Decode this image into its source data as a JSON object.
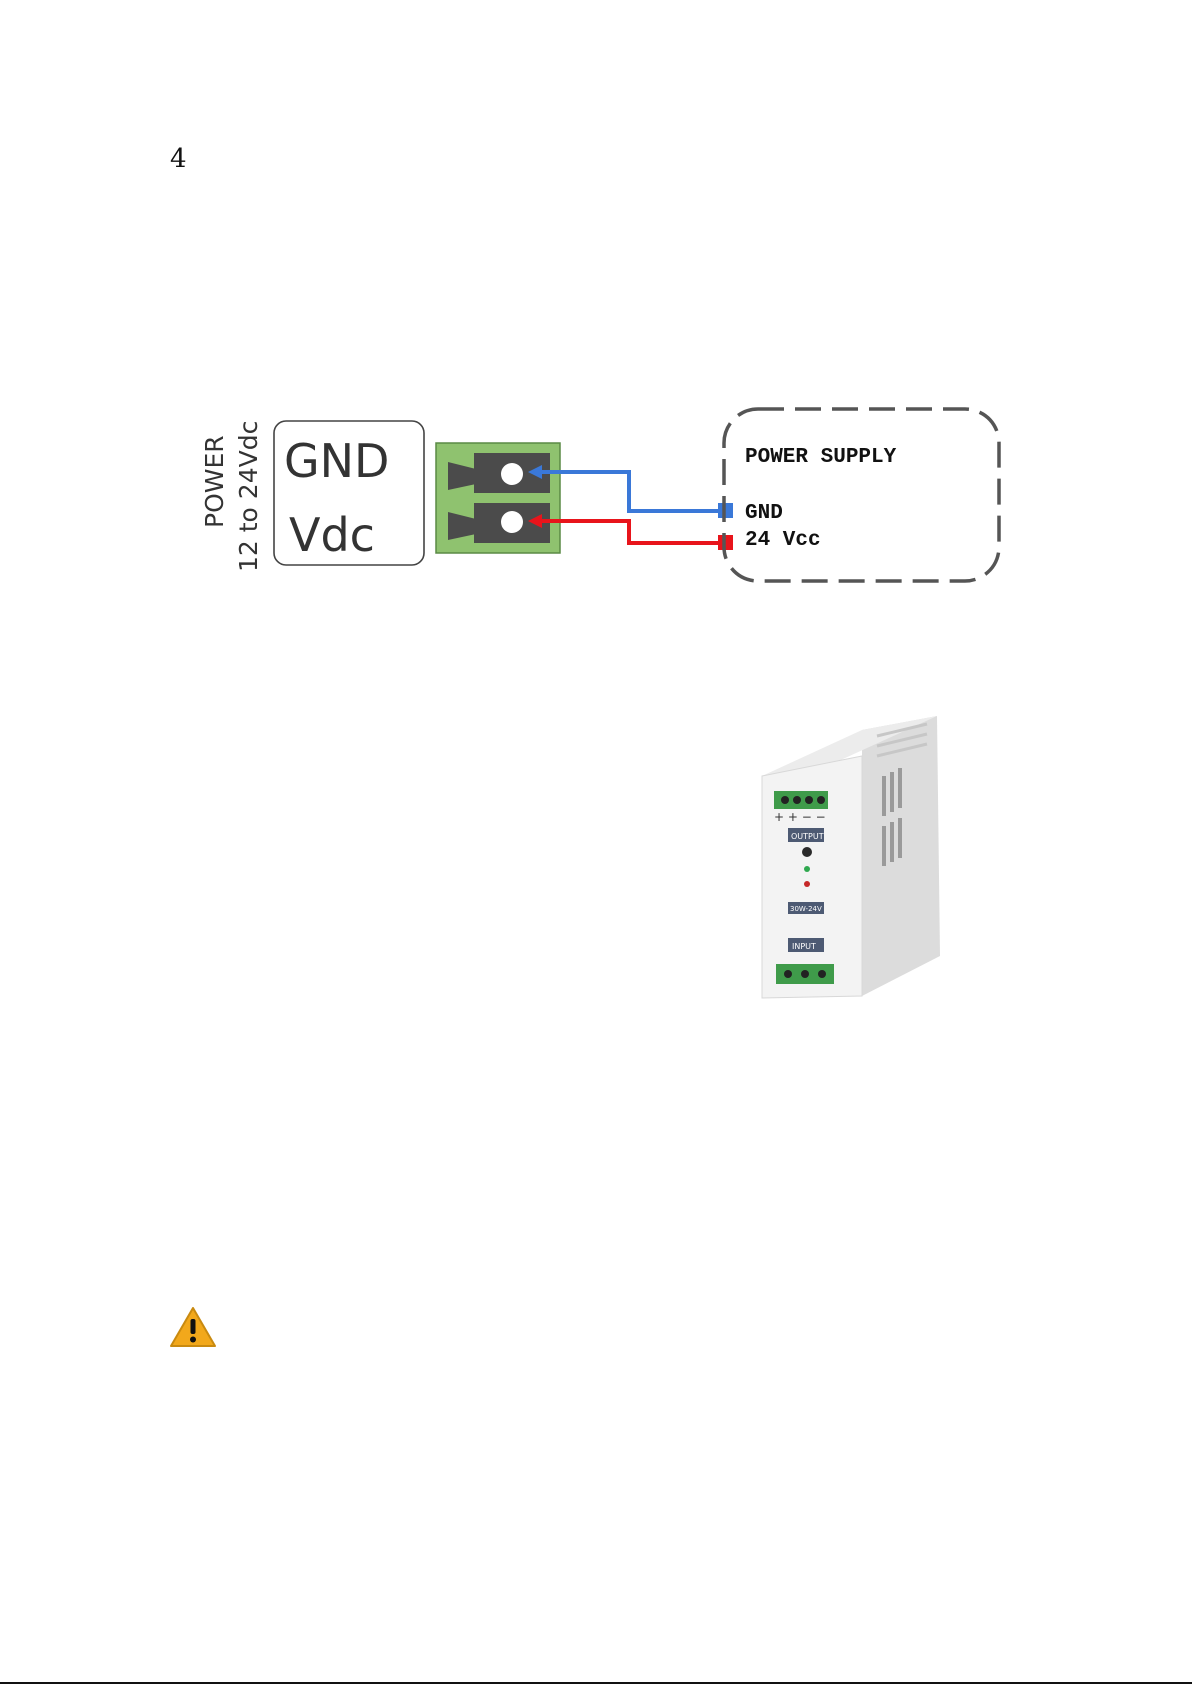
{
  "page": {
    "number": "4"
  },
  "diagram": {
    "power_label": {
      "line1": "POWER",
      "line2": "12 to 24Vdc"
    },
    "terminal_block": {
      "top_label": "GND",
      "bottom_label": "Vdc"
    },
    "power_supply": {
      "title": "POWER SUPPLY",
      "gnd_label": "GND",
      "vcc_label": "24 Vcc"
    },
    "wire_colors": {
      "gnd": "#3a78d8",
      "vcc": "#e8141b"
    },
    "terminal_color": "#8fc26f"
  },
  "photo": {
    "device": "din-rail-power-supply",
    "output_label": "OUTPUT",
    "input_label": "INPUT",
    "model_label": "30W-24V"
  },
  "icons": {
    "warning": "warning-icon"
  }
}
